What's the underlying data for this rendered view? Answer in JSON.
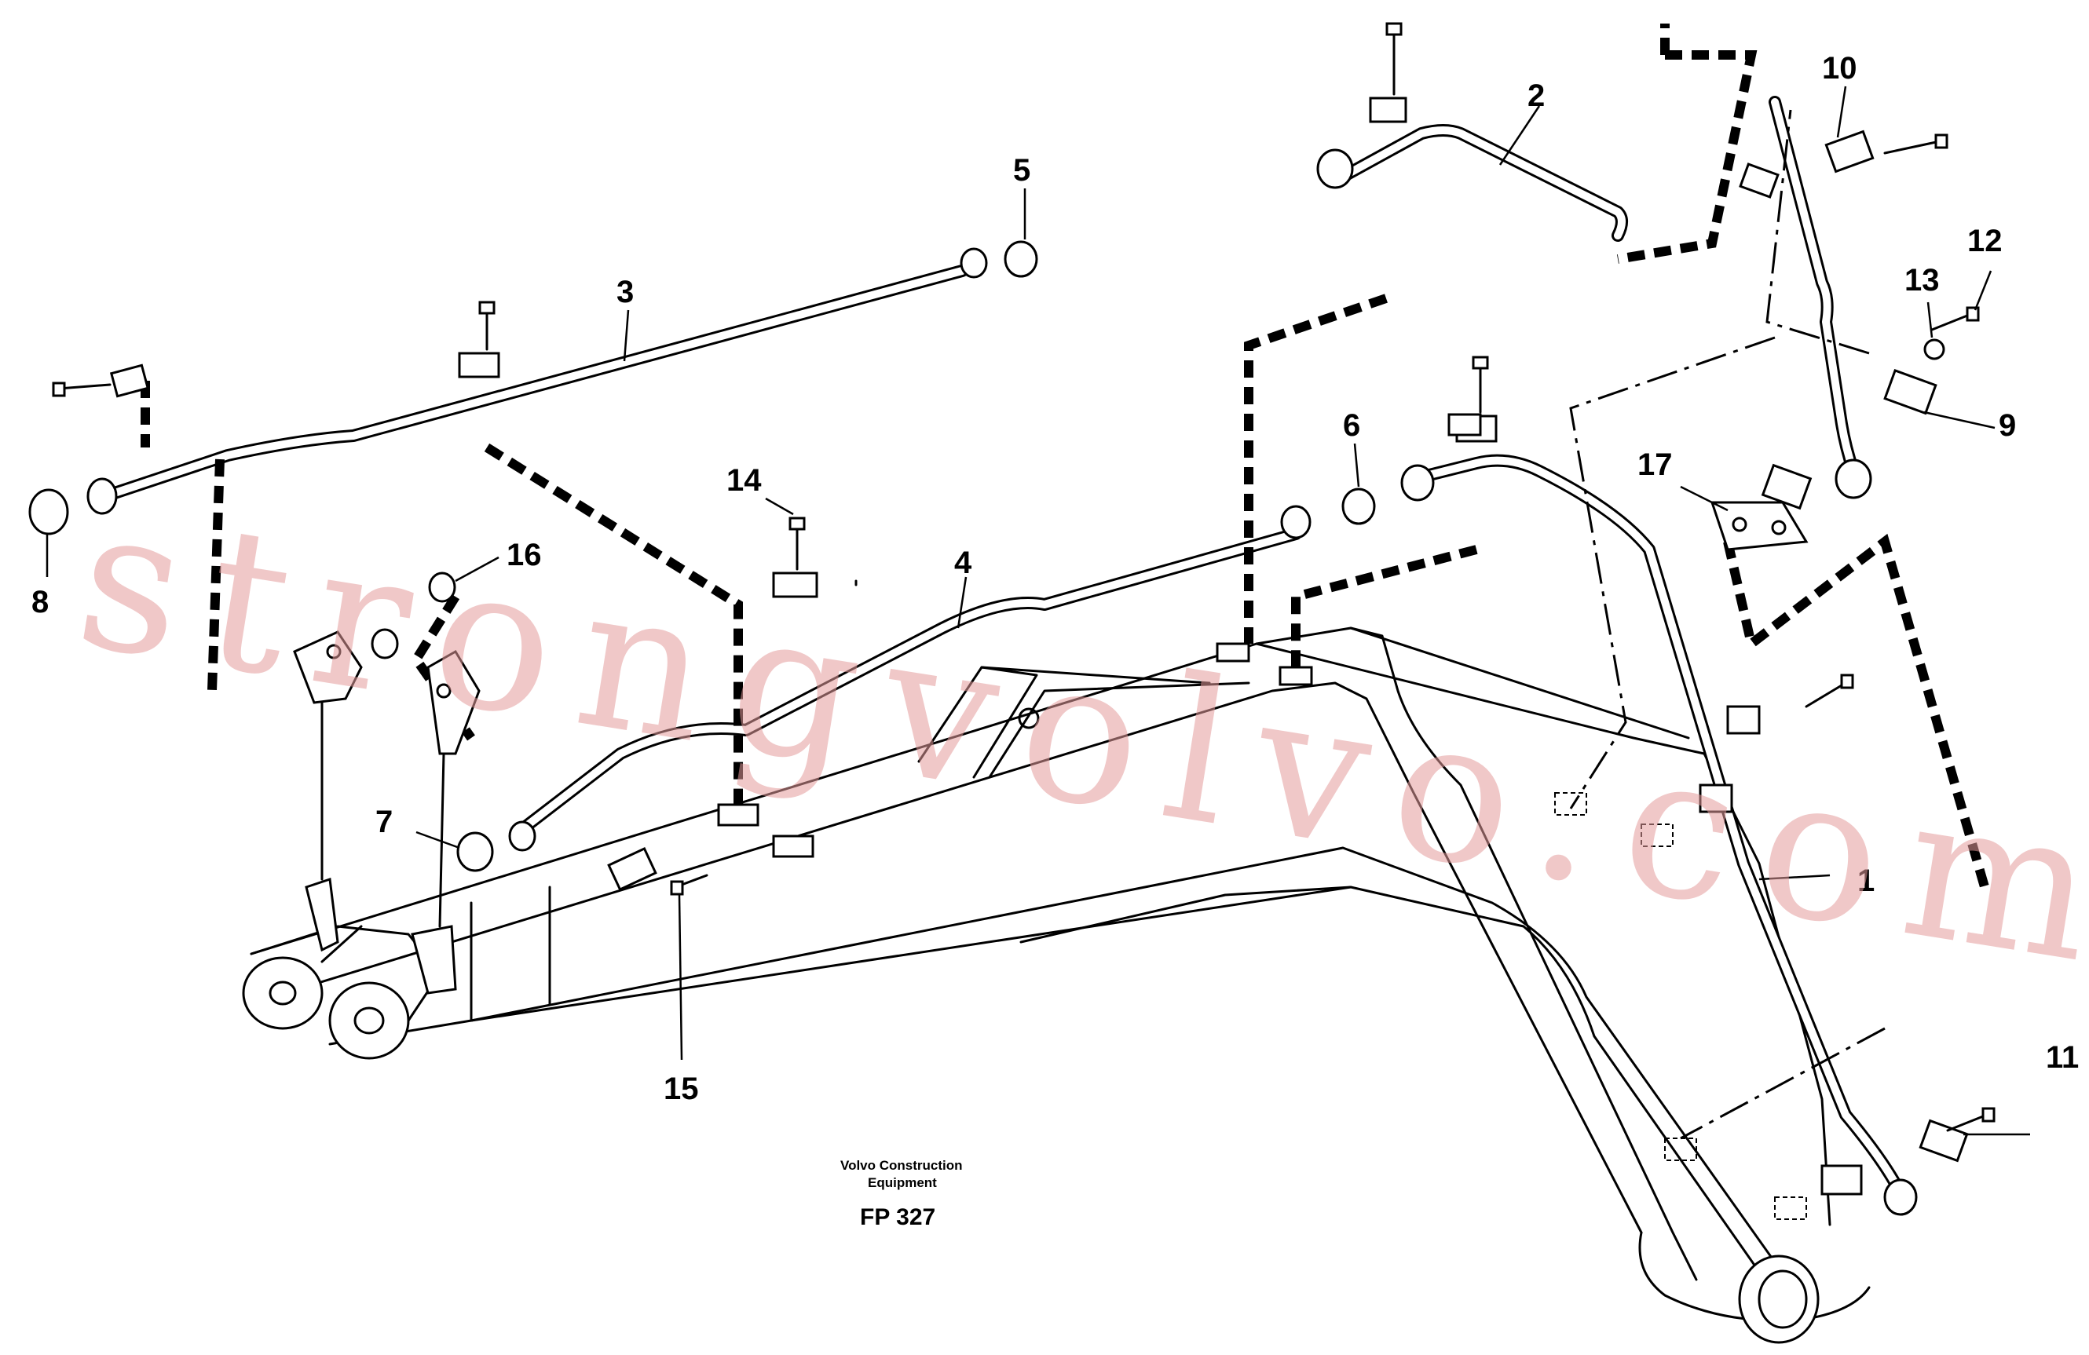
{
  "labels": [
    "1",
    "2",
    "3",
    "4",
    "5",
    "6",
    "7",
    "8",
    "9",
    "10",
    "11",
    "12",
    "13",
    "14",
    "15",
    "16",
    "17"
  ],
  "caption": {
    "line1": "Volvo Construction",
    "line2": "Equipment",
    "code": "FP 327"
  },
  "watermark": "strongvolvo.com",
  "colors": {
    "line": "#000000",
    "watermark": "#e39a9a"
  }
}
